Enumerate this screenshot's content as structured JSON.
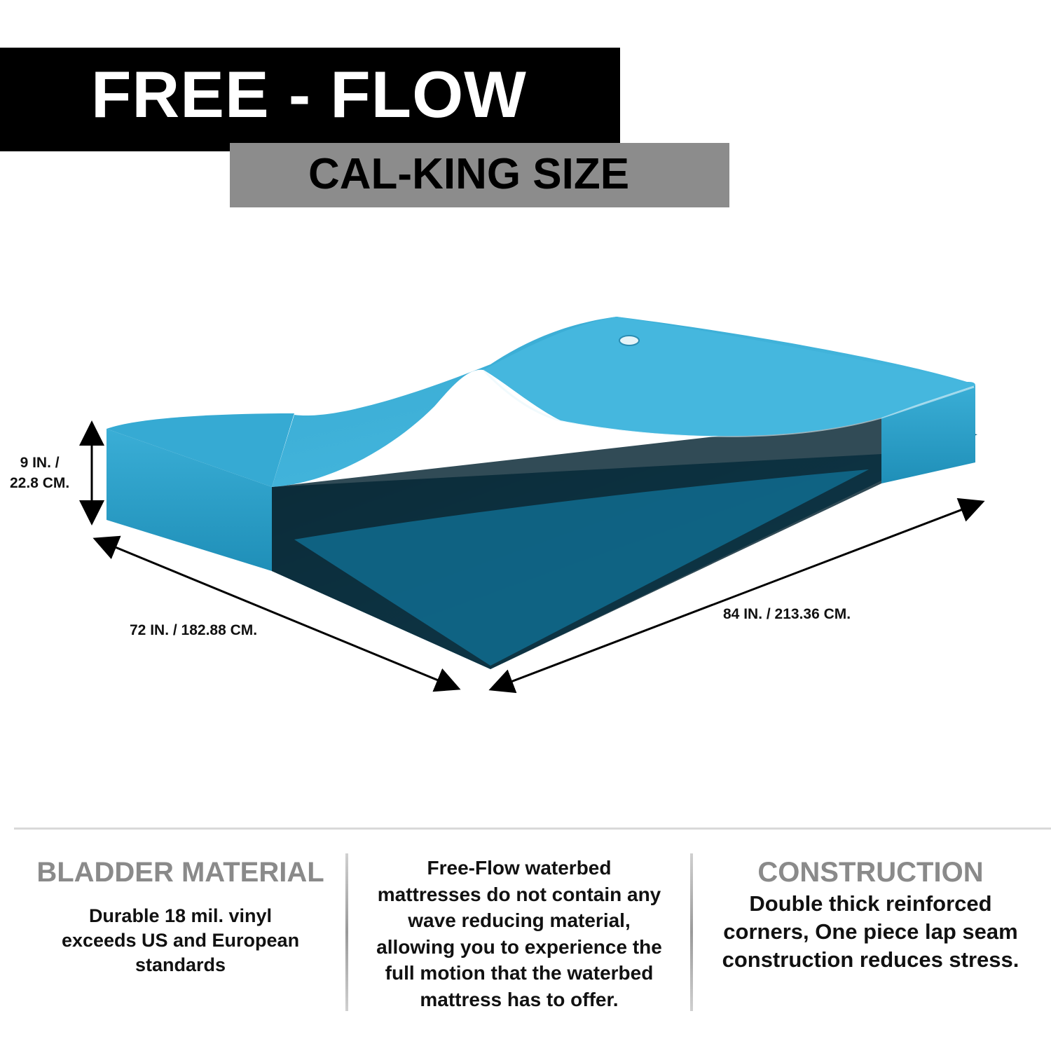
{
  "header": {
    "title": "FREE - FLOW",
    "subtitle": "CAL-KING SIZE"
  },
  "dimensions": {
    "height": "9 IN. /\n22.8 CM.",
    "width": "72 IN. / 182.88 CM.",
    "length": "84 IN. / 213.36 CM."
  },
  "features": {
    "bladder": {
      "heading": "BLADDER MATERIAL",
      "body": "Durable 18 mil. vinyl\nexceeds US and European\nstandards"
    },
    "description": {
      "body": "Free-Flow waterbed\nmattresses do not contain any\nwave reducing material,\nallowing you to experience the\nfull motion that the waterbed\nmattress has to offer."
    },
    "construction": {
      "heading": "CONSTRUCTION",
      "body": "Double thick reinforced\ncorners, One piece lap seam\nconstruction reduces stress."
    }
  },
  "colors": {
    "mattress_top": "#4cb6dc",
    "mattress_side": "#2f9ec7",
    "mattress_inner": "#0d2b38",
    "accent_grey": "#8c8c8c"
  }
}
